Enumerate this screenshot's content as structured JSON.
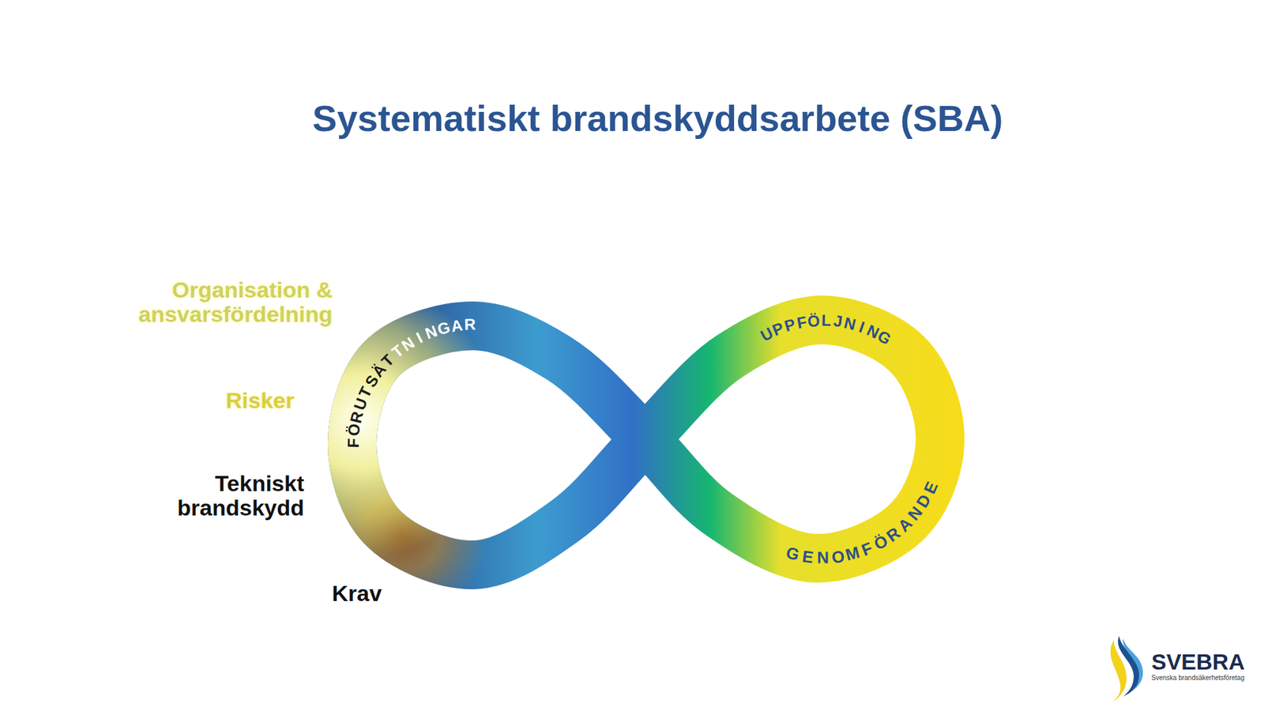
{
  "diagram": {
    "title": "Systematiskt brandskyddsarbete (SBA)",
    "nodes": [
      {
        "text": [
          "FÖRUTSÄTTNINGAR",
          "UPPFÖLJNING",
          "GENOMFÖRANDE"
        ]
      }
    ],
    "labels": [
      "Organisation & ansvarsfördelning",
      "Risker",
      "Tekniskt brandskydd",
      "Krav",
      "SVEBRA",
      "Svenska brandsäkerhetsföretag"
    ]
  }
}
